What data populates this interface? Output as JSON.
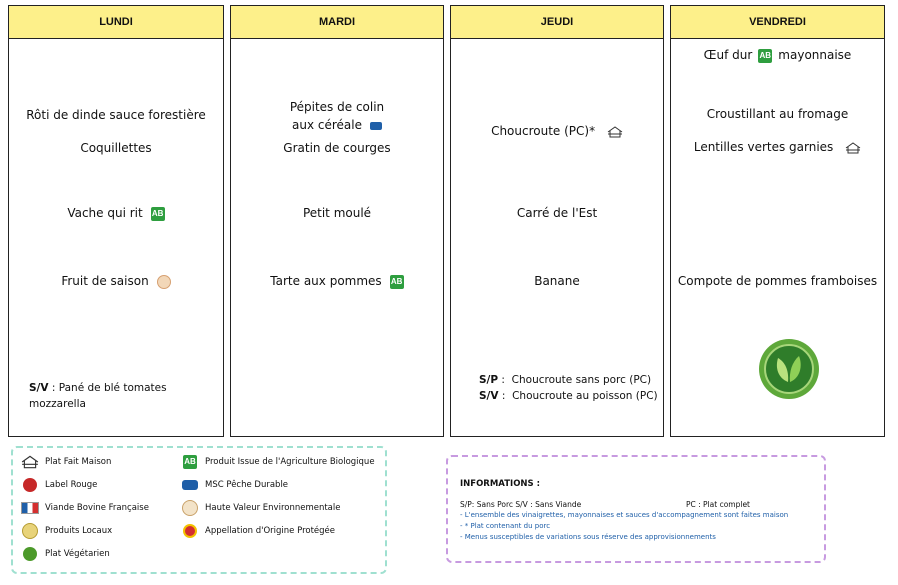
{
  "days": [
    {
      "name": "LUNDI",
      "items": [
        "Rôti de dinde sauce forestière",
        "Coquillettes",
        "Vache qui rit",
        "Fruit de saison"
      ],
      "sub": [
        {
          "tag": "S/V",
          "text": "Pané de blé tomates mozzarella"
        }
      ]
    },
    {
      "name": "MARDI",
      "items": [
        "Pépites de colin",
        "aux céréale",
        "Gratin de courges",
        "Petit moulé",
        "Tarte aux pommes"
      ]
    },
    {
      "name": "JEUDI",
      "items": [
        "Choucroute (PC)*",
        "Carré de l'Est",
        "Banane"
      ],
      "sub": [
        {
          "tag": "S/P",
          "text": "Choucroute sans porc (PC)"
        },
        {
          "tag": "S/V",
          "text": "Choucroute au poisson (PC)"
        }
      ]
    },
    {
      "name": "VENDREDI",
      "items": [
        "Œuf dur",
        "mayonnaise",
        "Croustillant au fromage",
        "Lentilles vertes garnies",
        "Compote de pommes framboises"
      ]
    }
  ],
  "icon_labels": {
    "ab": "AB"
  },
  "legend": [
    {
      "icon": "house-icon",
      "label": "Plat Fait Maison"
    },
    {
      "icon": "label-rouge-icon",
      "label": "Label Rouge"
    },
    {
      "icon": "vbf-icon",
      "label": "Viande Bovine Française"
    },
    {
      "icon": "produits-locaux-icon",
      "label": "Produits Locaux"
    },
    {
      "icon": "leaf-icon",
      "label": "Plat Végétarien"
    },
    {
      "icon": "ab-icon",
      "label": "Produit Issue de l'Agriculture Biologique"
    },
    {
      "icon": "msc-icon",
      "label": "MSC Pêche Durable"
    },
    {
      "icon": "hve-icon",
      "label": "Haute Valeur Environnementale"
    },
    {
      "icon": "aop-icon",
      "label": "Appellation d'Origine Protégée"
    }
  ],
  "info": {
    "title": "INFORMATIONS :",
    "line1": "S/P: Sans Porc   S/V : Sans Viande",
    "pc": "PC : Plat complet",
    "notes": [
      "- L'ensemble des vinaigrettes, mayonnaises et sauces d'accompagnement sont faites maison",
      "- * Plat contenant du porc",
      "- Menus susceptibles de variations sous réserve des approvisionnements"
    ]
  },
  "colors": {
    "header": "#fdf08a",
    "legend_border": "#9fe0d0",
    "info_border": "#c79ae0",
    "bio": "#2e9e3f"
  }
}
